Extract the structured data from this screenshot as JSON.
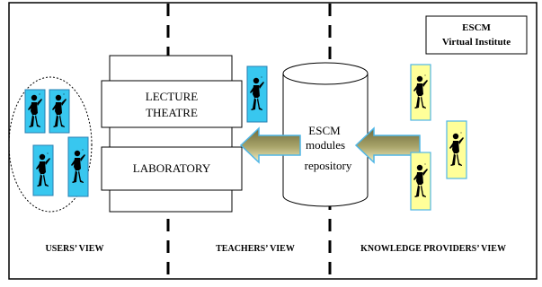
{
  "institute": {
    "line1": "ESCM",
    "line2": "Virtual Institute"
  },
  "building": {
    "lecture_line1": "LECTURE",
    "lecture_line2": "THEATRE",
    "laboratory": "LABORATORY"
  },
  "repository": {
    "line1": "ESCM",
    "line2": "modules",
    "line3": "repository"
  },
  "views": {
    "users": "USERS’ VIEW",
    "teachers": "TEACHERS’ VIEW",
    "providers": "KNOWLEDGE PROVIDERS’ VIEW"
  },
  "colors": {
    "user_figure_bg": "#38c7ef",
    "provider_figure_bg": "#ffff99",
    "arrow_dark": "#6f6a3a",
    "arrow_light": "#f3efc4",
    "arrow_outline": "#4fb6e6"
  },
  "icons": [
    "person-figure-icon",
    "arrow-left-icon",
    "cylinder-repository-icon"
  ]
}
